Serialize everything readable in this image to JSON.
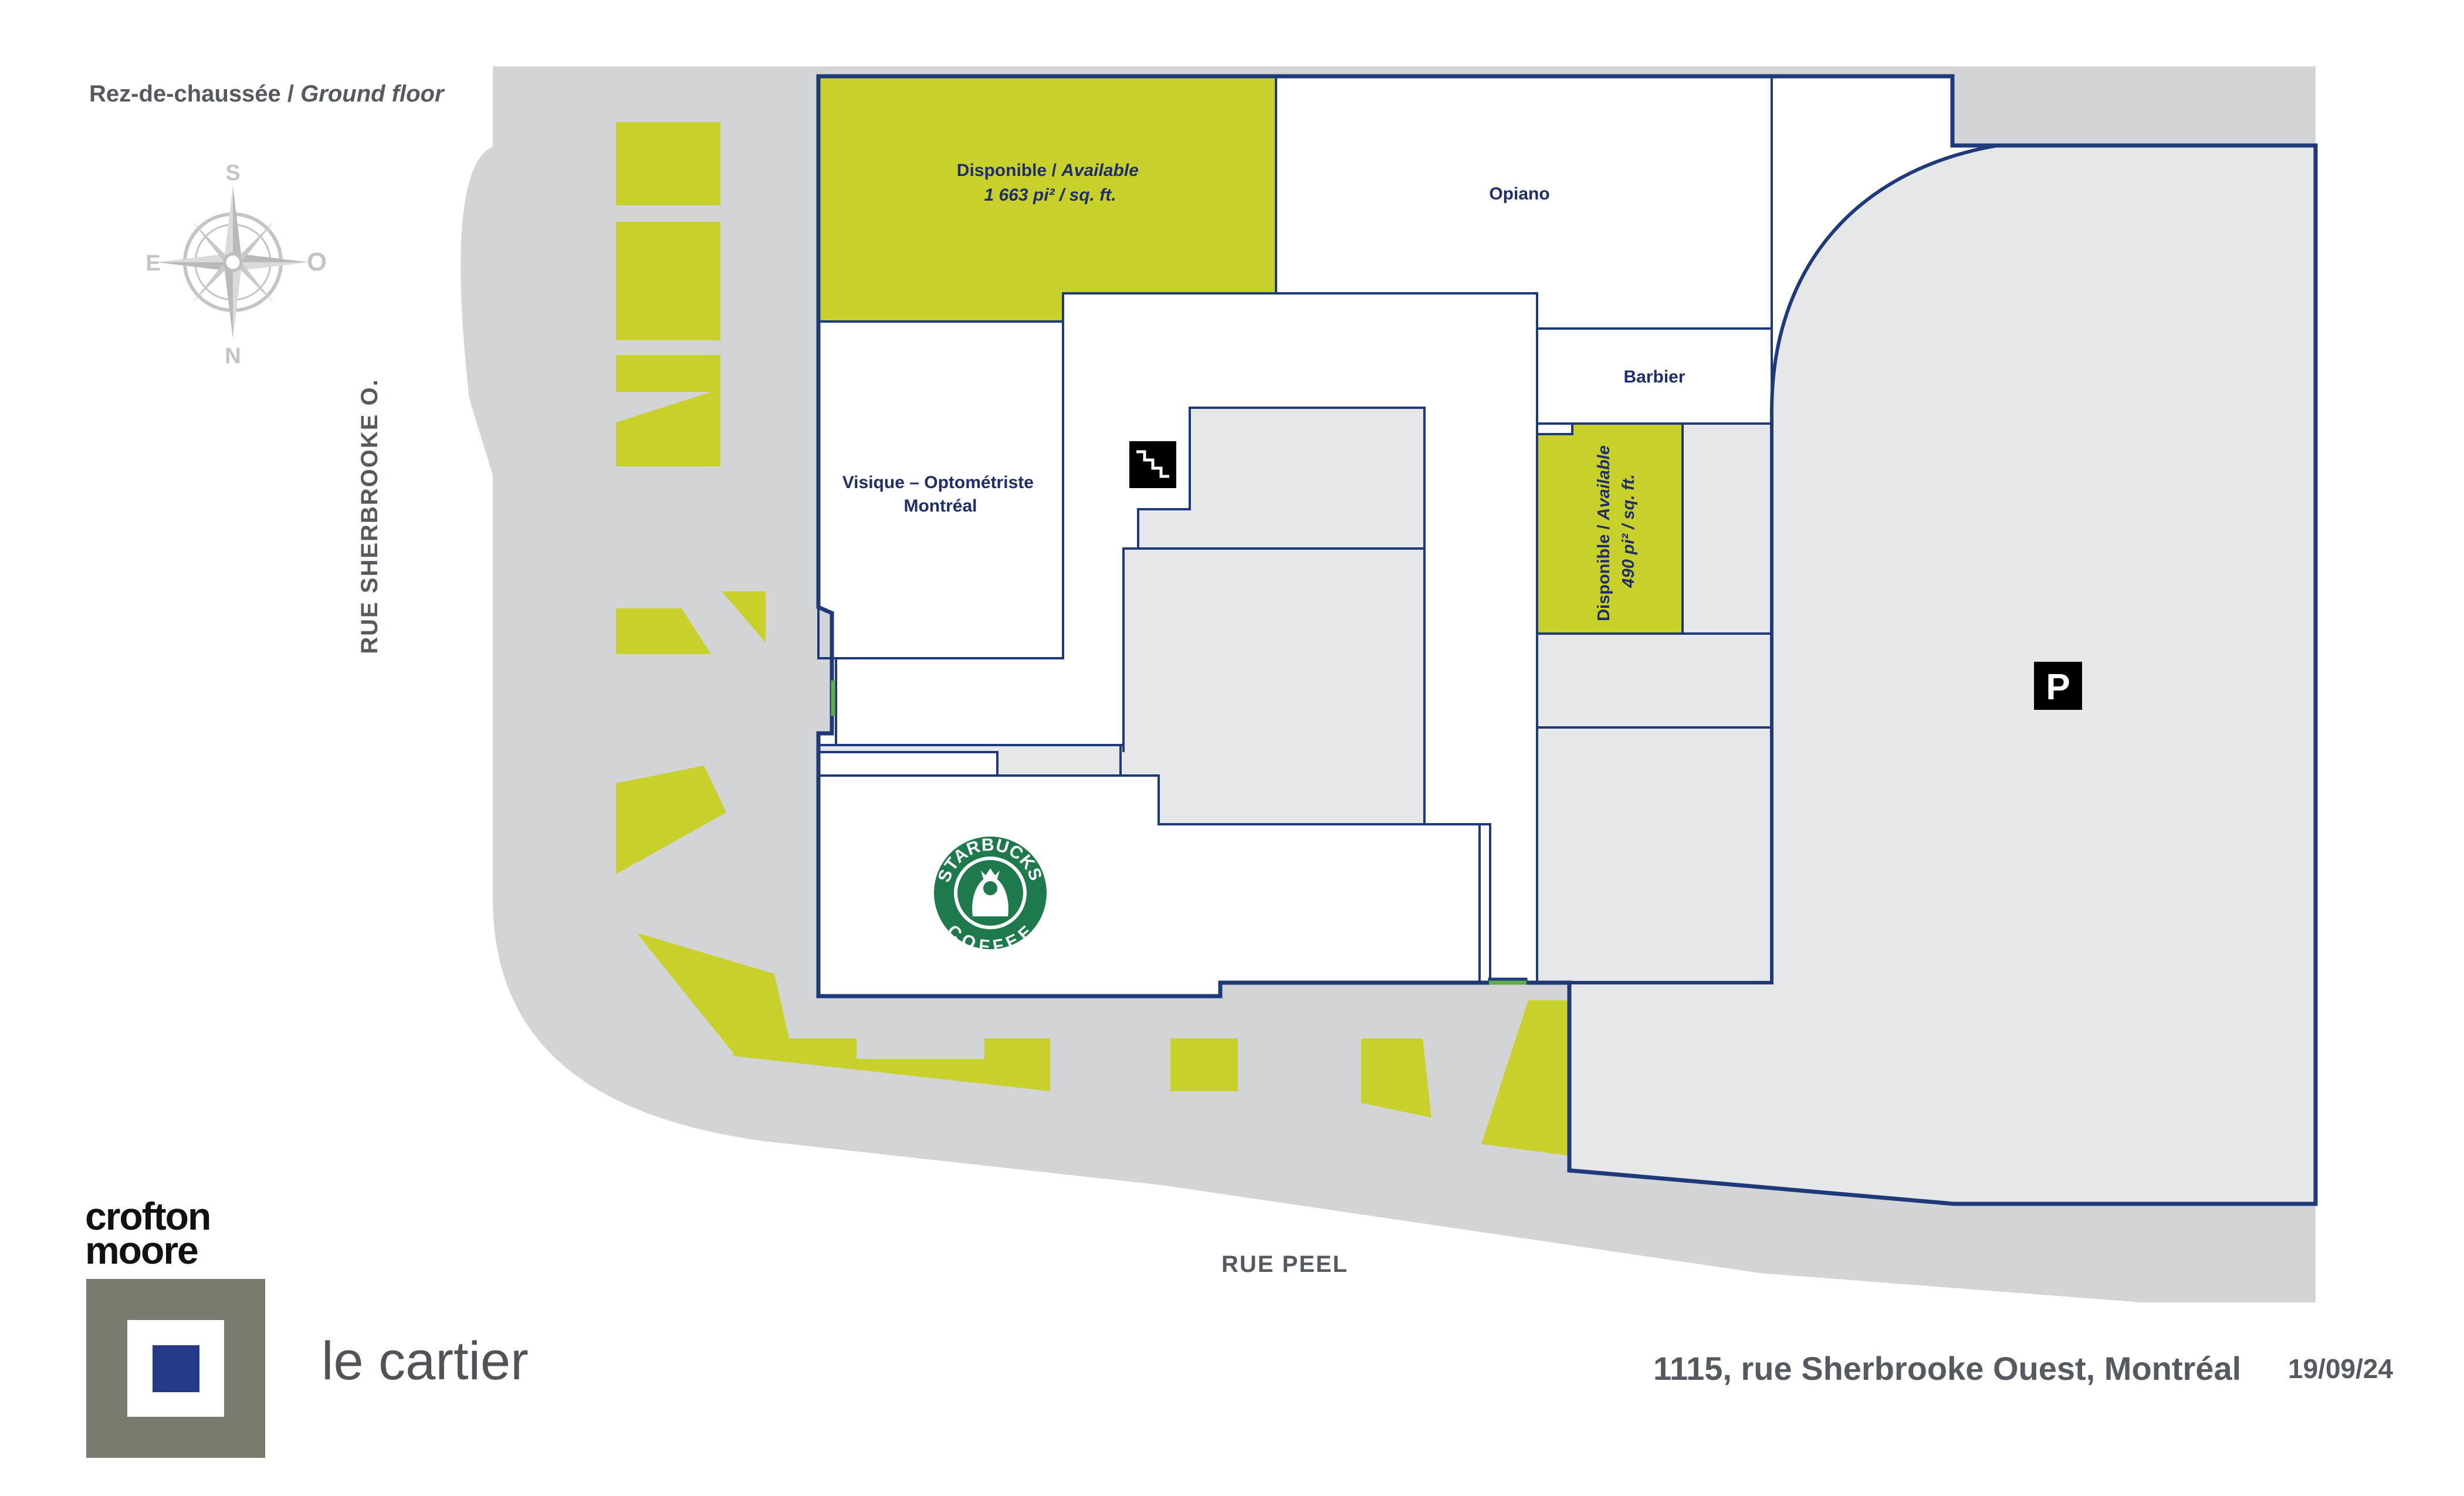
{
  "floor": {
    "label_fr": "Rez-de-chaussée / ",
    "label_en": "Ground floor"
  },
  "compass": {
    "top": "S",
    "bottom": "N",
    "left": "E",
    "right": "O"
  },
  "streets": {
    "west": "RUE SHERBROOKE O.",
    "south": "RUE PEEL"
  },
  "units": {
    "available_1": {
      "line1_fr": "Disponible / ",
      "line1_en": "Available",
      "area": "1 663 pi² / sq. ft."
    },
    "opiano": "Opiano",
    "barbier": "Barbier",
    "visique_line1": "Visique – Optométriste",
    "visique_line2": "Montréal",
    "available_2": {
      "line1_fr": "Disponible / ",
      "line1_en": "Available",
      "area": "490 pi² / sq. ft."
    }
  },
  "starbucks": {
    "ring_top": "STARBUCKS",
    "ring_bottom": "COFFEE"
  },
  "parking_symbol": "P",
  "brand": {
    "line1": "crofton",
    "line2": "moore"
  },
  "project_name": "le cartier",
  "address": "1115, rue Sherbrooke Ouest, Montréal",
  "date": "19/09/24",
  "colors": {
    "available": "#c8d12b",
    "planter": "#c8d12b",
    "sidewalk": "#d3d4d6",
    "common_area": "#e6e7e8",
    "outline": "#1f3a7a",
    "text_blue": "#1f2d6b",
    "logo_grey": "#7a7a6e",
    "logo_blue": "#233a86",
    "starbucks_green": "#1e7a4d"
  },
  "icons": [
    "compass-rose-icon",
    "stairs-icon",
    "parking-icon",
    "starbucks-logo-icon"
  ]
}
